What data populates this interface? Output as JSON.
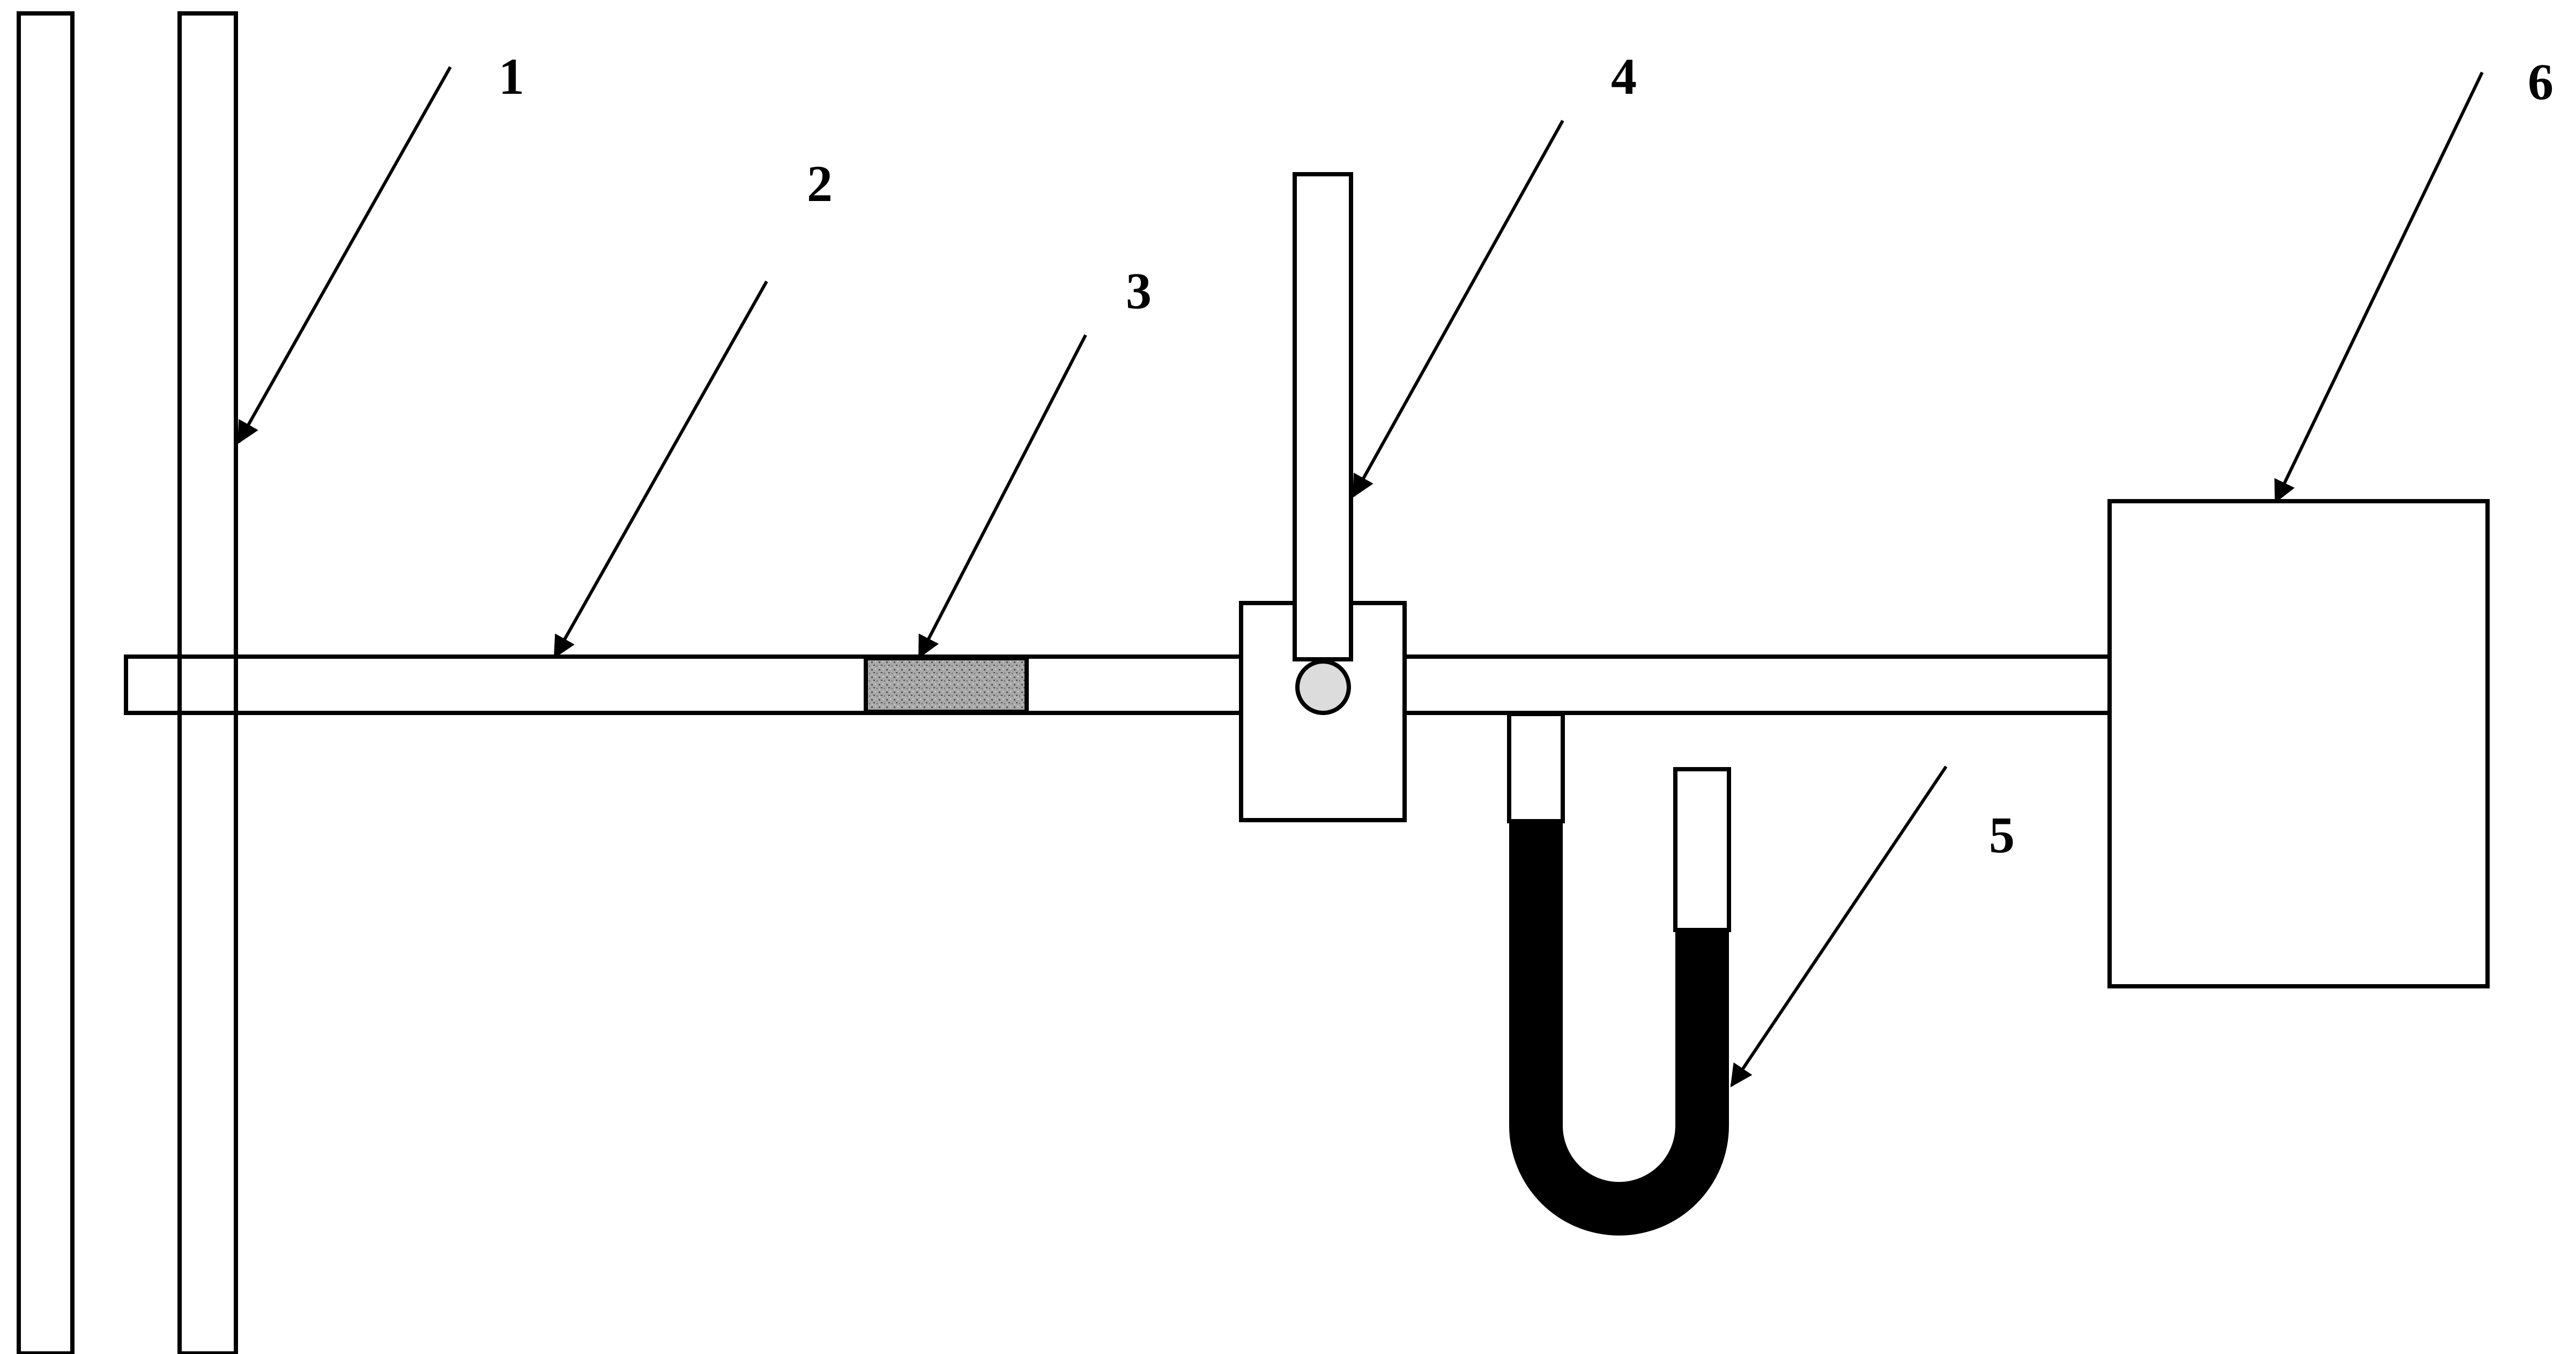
{
  "labels": {
    "l1": "1",
    "l2": "2",
    "l3": "3",
    "l4": "4",
    "l5": "5",
    "l6": "6"
  },
  "colors": {
    "stroke": "#000000",
    "fill": "#ffffff",
    "liquid": "#000000",
    "sample": "#9a9a9a"
  }
}
